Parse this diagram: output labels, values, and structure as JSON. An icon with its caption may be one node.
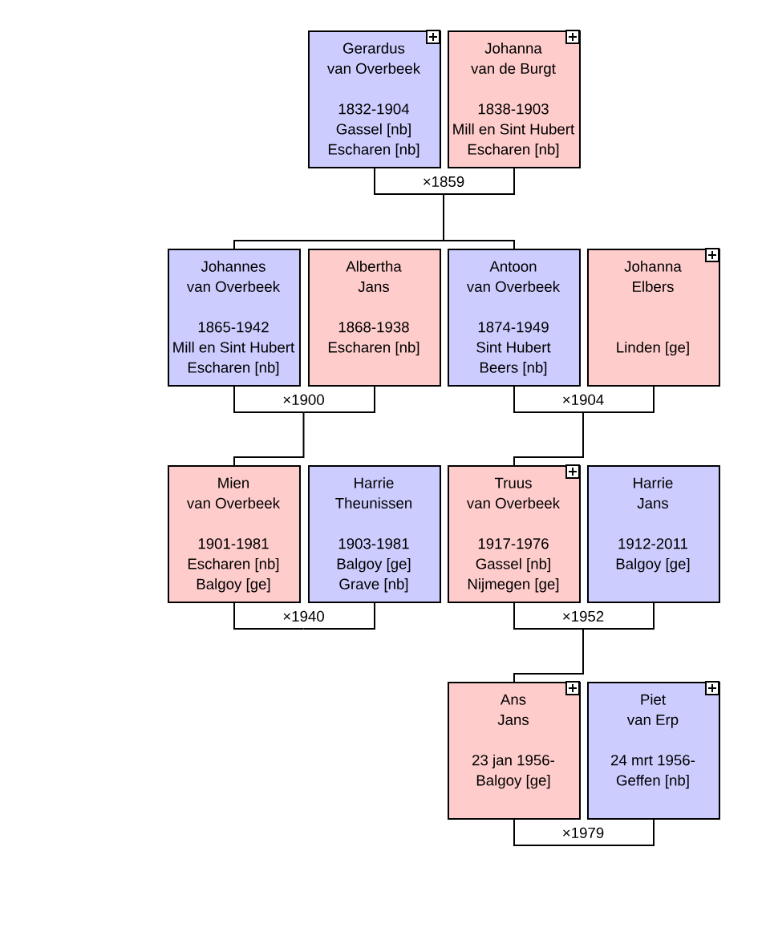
{
  "diagram": {
    "nodes": [
      {
        "text": [
          "Gerardus",
          "van Overbeek",
          "1832-1904",
          "Gassel [nb]",
          "Escharen [nb]"
        ]
      },
      {
        "text": [
          "Johanna",
          "van de Burgt",
          "1838-1903",
          "Mill en Sint Hubert",
          "Escharen [nb]"
        ]
      },
      {
        "text": [
          "×1859"
        ]
      },
      {
        "text": [
          "Johannes",
          "van Overbeek",
          "1865-1942",
          "Mill en Sint Hubert",
          "Escharen [nb]"
        ]
      },
      {
        "text": [
          "Albertha",
          "Jans",
          "1868-1938",
          "Escharen [nb]"
        ]
      },
      {
        "text": [
          "Antoon",
          "van Overbeek",
          "1874-1949",
          "Sint Hubert",
          "Beers [nb]"
        ]
      },
      {
        "text": [
          "Johanna",
          "Elbers",
          "Linden [ge]"
        ]
      },
      {
        "text": [
          "×1900"
        ]
      },
      {
        "text": [
          "×1904"
        ]
      },
      {
        "text": [
          "Mien",
          "van Overbeek",
          "1901-1981",
          "Escharen [nb]",
          "Balgoy [ge]"
        ]
      },
      {
        "text": [
          "Harrie",
          "Theunissen",
          "1903-1981",
          "Balgoy [ge]",
          "Grave [nb]"
        ]
      },
      {
        "text": [
          "Truus",
          "van Overbeek",
          "1917-1976",
          "Gassel [nb]",
          "Nijmegen [ge]"
        ]
      },
      {
        "text": [
          "Harrie",
          "Jans",
          "1912-2011",
          "Balgoy [ge]"
        ]
      },
      {
        "text": [
          "×1940"
        ]
      },
      {
        "text": [
          "×1952"
        ]
      },
      {
        "text": [
          "Ans",
          "Jans",
          "23 jan 1956-",
          "Balgoy [ge]"
        ]
      },
      {
        "text": [
          "Piet",
          "van Erp",
          "24 mrt 1956-",
          "Geffen [nb]"
        ]
      },
      {
        "text": [
          "×1979"
        ]
      }
    ],
    "edges": [
      {
        "from": 0,
        "to": 2,
        "arrow": "none"
      },
      {
        "from": 1,
        "to": 2,
        "arrow": "none"
      },
      {
        "from": 2,
        "to": 3,
        "arrow": "none"
      },
      {
        "from": 2,
        "to": 5,
        "arrow": "none"
      },
      {
        "from": 3,
        "to": 7,
        "arrow": "none"
      },
      {
        "from": 4,
        "to": 7,
        "arrow": "none"
      },
      {
        "from": 7,
        "to": 9,
        "arrow": "none"
      },
      {
        "from": 5,
        "to": 8,
        "arrow": "none"
      },
      {
        "from": 6,
        "to": 8,
        "arrow": "none"
      },
      {
        "from": 8,
        "to": 11,
        "arrow": "none"
      },
      {
        "from": 9,
        "to": 13,
        "arrow": "none"
      },
      {
        "from": 10,
        "to": 13,
        "arrow": "none"
      },
      {
        "from": 11,
        "to": 14,
        "arrow": "none"
      },
      {
        "from": 12,
        "to": 14,
        "arrow": "none"
      },
      {
        "from": 14,
        "to": 15,
        "arrow": "none"
      },
      {
        "from": 15,
        "to": 17,
        "arrow": "none"
      },
      {
        "from": 16,
        "to": 17,
        "arrow": "none"
      }
    ]
  }
}
